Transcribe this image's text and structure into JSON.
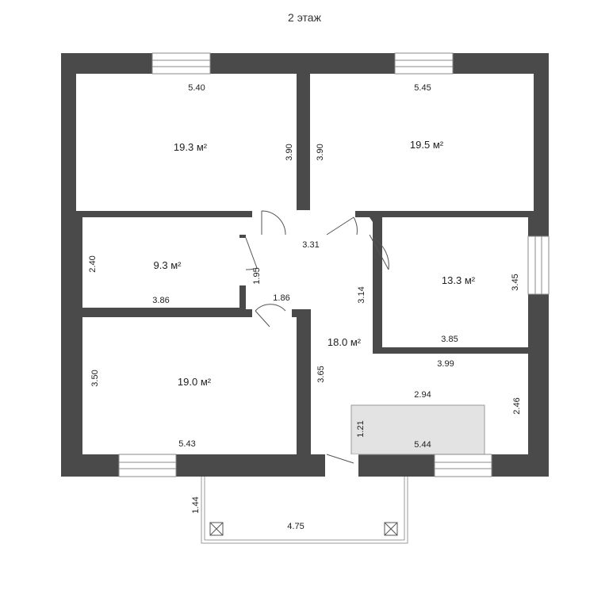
{
  "floor_title": "2 этаж",
  "rooms": {
    "bedroom_top_left": {
      "area": "19.3 м²",
      "width": "5.40",
      "depth": "3.90"
    },
    "bedroom_top_right": {
      "area": "19.5 м²",
      "width": "5.45",
      "depth": "3.90"
    },
    "room_mid_left": {
      "area": "9.3 м²",
      "width": "3.86",
      "depth": "2.40",
      "door_width": "1.95"
    },
    "room_mid_right": {
      "area": "13.3 м²",
      "width": "3.85",
      "depth": "3.45",
      "left_dim": "3.14"
    },
    "bedroom_bottom_left": {
      "area": "19.0 м²",
      "width": "5.43",
      "depth": "3.50"
    },
    "hall": {
      "area": "18.0 м²",
      "top_width": "3.31",
      "left_width": "1.86",
      "depth": "3.65",
      "right_width": "3.99",
      "right_depth": "2.46",
      "bottom_width": "5.44",
      "stair_width": "2.94",
      "stair_depth": "1.21"
    },
    "balcony": {
      "width": "4.75",
      "depth": "1.44"
    }
  },
  "colors": {
    "wall": "#4a4a4a",
    "stair": "#e3e3e3",
    "window": "#ffffff"
  }
}
